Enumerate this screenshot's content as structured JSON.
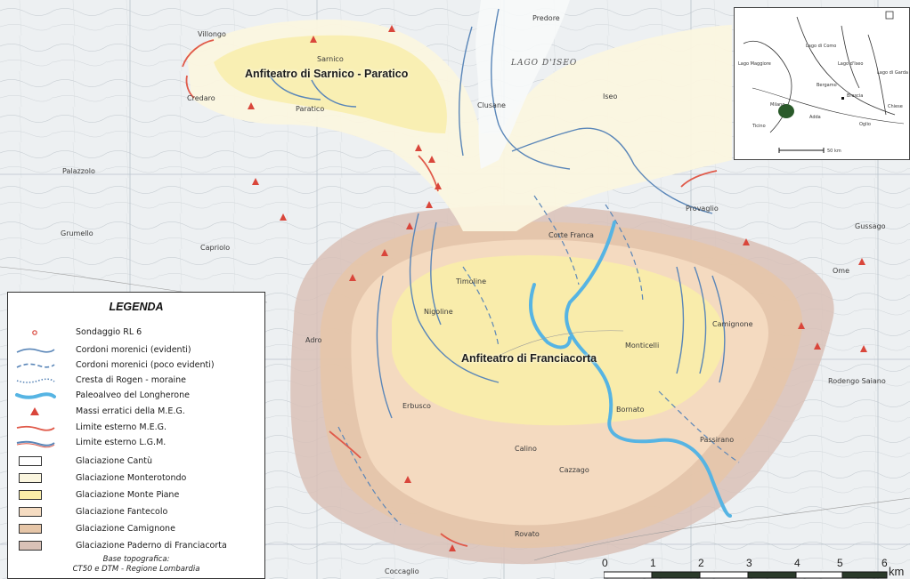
{
  "map": {
    "amphitheatres": [
      {
        "id": "sarnico",
        "name": "Anfiteatro di Sarnico - Paratico"
      },
      {
        "id": "franciacorta",
        "name": "Anfiteatro di Franciacorta"
      }
    ],
    "places": {
      "villongo": "Villongo",
      "sarnico": "Sarnico",
      "paratico": "Paratico",
      "predore": "Predore",
      "credaro": "Credaro",
      "clusane": "Clusane",
      "iseo": "Iseo",
      "capriolo": "Capriolo",
      "adro": "Adro",
      "erbusco": "Erbusco",
      "calino": "Calino",
      "rovato": "Rovato",
      "coccaglio": "Coccaglio",
      "cazzago": "Cazzago",
      "monticelli": "Monticelli",
      "provaglio": "Provaglio",
      "corte_franca": "Corte Franca",
      "palazzolo": "Palazzolo",
      "grumello": "Grumello",
      "timoline": "Timoline",
      "nigoline": "Nigoline",
      "bornato": "Bornato",
      "passirano": "Passirano",
      "camignone": "Camignone",
      "rodengo": "Rodengo Saiano",
      "ome": "Ome",
      "gussago": "Gussago"
    },
    "lake_label": "LAGO D'ISEO"
  },
  "legend": {
    "title": "LEGENDA",
    "items": [
      {
        "type": "point",
        "label": "Sondaggio RL 6"
      },
      {
        "type": "line-solid",
        "label": "Cordoni morenici (evidenti)"
      },
      {
        "type": "line-dashed",
        "label": "Cordoni morenici (poco evidenti)"
      },
      {
        "type": "line-dotted",
        "label": "Cresta di Rogen - moraine"
      },
      {
        "type": "line-thick",
        "label": "Paleoalveo del Longherone"
      },
      {
        "type": "triangle",
        "label": "Massi erratici della M.E.G."
      },
      {
        "type": "line-red",
        "label": "Limite esterno M.E.G."
      },
      {
        "type": "line-blue-red",
        "label": "Limite esterno L.G.M."
      },
      {
        "type": "swatch",
        "label": "Glaciazione Cantù",
        "color": "#ffffff"
      },
      {
        "type": "swatch",
        "label": "Glaciazione Monterotondo",
        "color": "#fbf6df"
      },
      {
        "type": "swatch",
        "label": "Glaciazione Monte Piane",
        "color": "#f9eda8"
      },
      {
        "type": "swatch",
        "label": "Glaciazione Fantecolo",
        "color": "#f5dcc2"
      },
      {
        "type": "swatch",
        "label": "Glaciazione Camignone",
        "color": "#e6c6a8"
      },
      {
        "type": "swatch",
        "label": "Glaciazione Paderno di Franciacorta",
        "color": "#d9c1b7"
      }
    ],
    "base_note_line1": "Base topografica:",
    "base_note_line2": "CT50 e DTM - Regione Lombardia"
  },
  "inset": {
    "labels": [
      "Milano",
      "Lago Maggiore",
      "Lago di Como",
      "Lago d'Iseo",
      "Lago di Garda",
      "Brescia",
      "Bergamo",
      "Ticino",
      "Adda",
      "Oglio",
      "Chiese"
    ],
    "scale_label": "50 km"
  },
  "scale": {
    "ticks": [
      "0",
      "1",
      "2",
      "3",
      "4",
      "5",
      "6"
    ],
    "unit": "km"
  },
  "colors": {
    "cantu": "#ffffff",
    "monterotondo": "#fbf6df",
    "monte_piane": "#f9eda8",
    "fantecolo": "#f5dcc2",
    "camignone": "#e6c6a8",
    "paderno": "#d9c1b7",
    "moraine_blue": "#5a86b8",
    "paleo_blue": "#56b4e3",
    "erratic_red": "#d9463b",
    "limit_red": "#e05a4a"
  }
}
